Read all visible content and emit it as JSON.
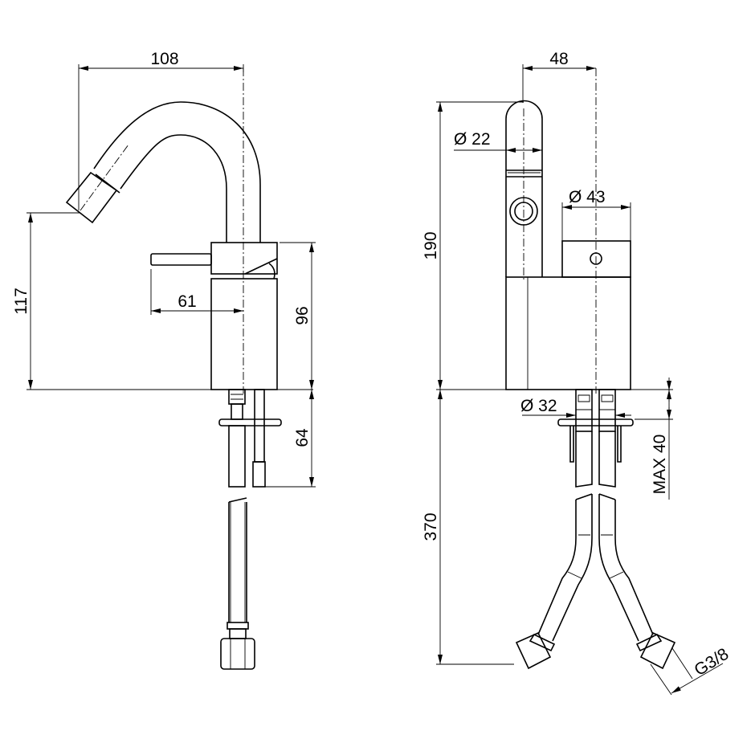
{
  "side_view": {
    "dim_width": "108",
    "dim_height": "117",
    "dim_lever": "61",
    "dim_body": "96",
    "dim_shank": "64"
  },
  "front_view": {
    "dim_offset": "48",
    "dim_spout_dia": "Ø 22",
    "dim_handle_dia": "Ø 43",
    "dim_height": "190",
    "dim_base_dia": "Ø 32",
    "dim_deck": "MAX 40",
    "dim_hose": "370",
    "dim_thread": "G3/8"
  }
}
